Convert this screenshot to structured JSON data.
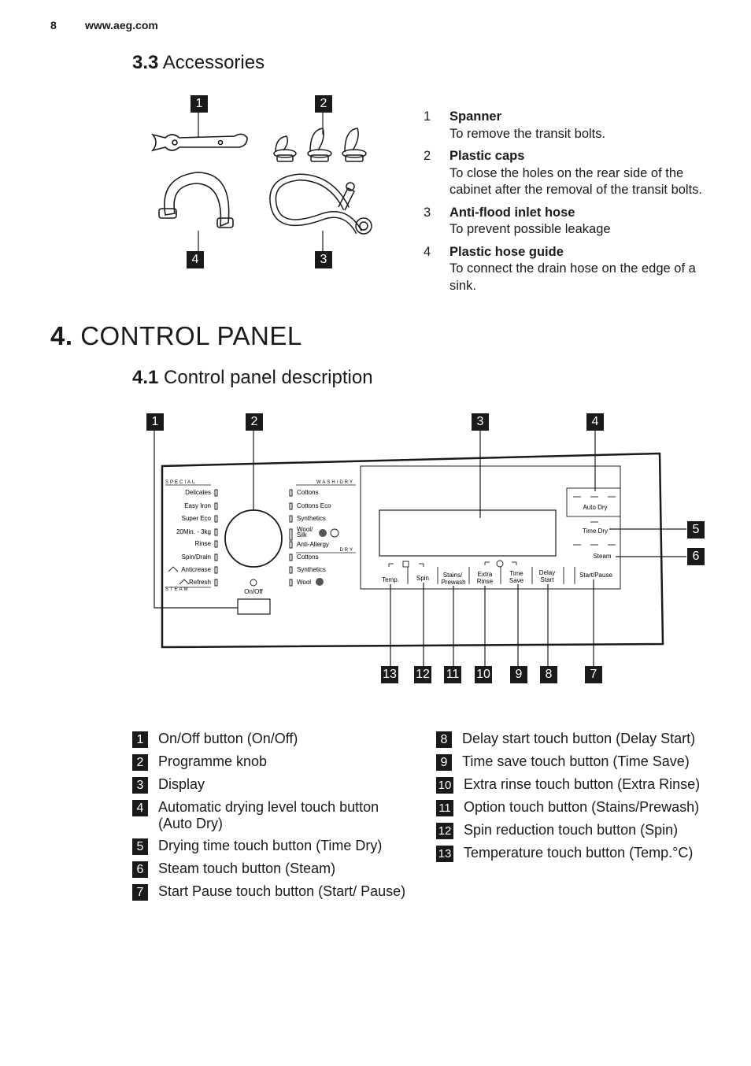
{
  "header": {
    "page_number": "8",
    "url": "www.aeg.com"
  },
  "section_33": {
    "number": "3.3",
    "title": "Accessories"
  },
  "accessory_badges": [
    "1",
    "2",
    "4",
    "3"
  ],
  "accessories": [
    {
      "num": "1",
      "title": "Spanner",
      "desc": "To remove the transit bolts."
    },
    {
      "num": "2",
      "title": "Plastic caps",
      "desc": "To close the holes on the rear side of the cabinet after the removal of the transit bolts."
    },
    {
      "num": "3",
      "title": "Anti-flood inlet hose",
      "desc": "To prevent possible leakage"
    },
    {
      "num": "4",
      "title": "Plastic hose guide",
      "desc": "To connect the drain hose on the edge of a sink."
    }
  ],
  "chapter_4": {
    "number": "4.",
    "title": "CONTROL PANEL"
  },
  "section_41": {
    "number": "4.1",
    "title": "Control panel description"
  },
  "panel": {
    "special_label": "SPECIAL",
    "steam_label": "STEAM",
    "wash_dry_label": "WASH/DRY",
    "dry_label": "DRY",
    "left_programmes": [
      "Delicates",
      "Easy Iron",
      "Super Eco",
      "20Min. - 3kg",
      "Rinse",
      "Spin/Drain",
      "Anticrease",
      "Refresh"
    ],
    "right_programmes": [
      "Cottons",
      "Cottons Eco",
      "Synthetics",
      "Wool/",
      "Silk",
      "Anti-Allergy",
      "Cottons",
      "Synthetics",
      "Wool"
    ],
    "on_off_label": "On/Off",
    "buttons": {
      "temp": "Temp.",
      "spin": "Spin",
      "stains": "Stains/",
      "prewash": "Prewash",
      "extra": "Extra",
      "rinse": "Rinse",
      "time": "Time",
      "save": "Save",
      "delay": "Delay",
      "start": "Start",
      "start_pause": "Start/Pause",
      "auto_dry": "Auto Dry",
      "time_dry": "Time Dry",
      "steam": "Steam"
    },
    "callouts": [
      "1",
      "2",
      "3",
      "4",
      "5",
      "6",
      "13",
      "12",
      "11",
      "10",
      "9",
      "8",
      "7"
    ]
  },
  "legend_left": [
    {
      "num": "1",
      "text": "On/Off button (On/Off)"
    },
    {
      "num": "2",
      "text": "Programme knob"
    },
    {
      "num": "3",
      "text": "Display"
    },
    {
      "num": "4",
      "text": "Automatic drying level touch button (Auto Dry)"
    },
    {
      "num": "5",
      "text": "Drying time touch button (Time Dry)"
    },
    {
      "num": "6",
      "text": "Steam touch button (Steam)"
    },
    {
      "num": "7",
      "text": "Start Pause touch button (Start/ Pause)"
    }
  ],
  "legend_right": [
    {
      "num": "8",
      "text": "Delay start touch button (Delay Start)"
    },
    {
      "num": "9",
      "text": "Time save touch button (Time Save)"
    },
    {
      "num": "10",
      "text": "Extra rinse touch button (Extra Rinse)"
    },
    {
      "num": "11",
      "text": "Option touch button (Stains/Prewash)"
    },
    {
      "num": "12",
      "text": "Spin reduction touch button (Spin)"
    },
    {
      "num": "13",
      "text": "Temperature touch button (Temp.°C)"
    }
  ]
}
